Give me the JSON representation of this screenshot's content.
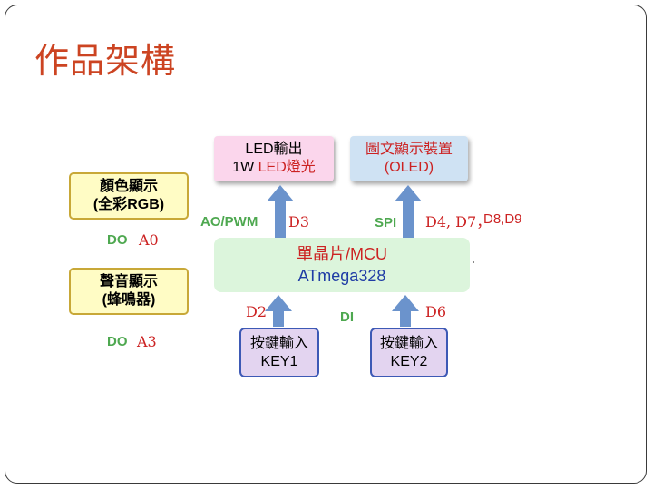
{
  "title": "作品架構",
  "colors": {
    "title": "#cc4422",
    "label": "#cc2222",
    "blue_text": "#1f3ca5",
    "arrow": "#6b93cc"
  },
  "boxes": {
    "led": {
      "line1": "LED輸出",
      "line2_a": "1W ",
      "line2_b": "LED燈光"
    },
    "oled": {
      "line1": "圖文顯示裝置",
      "line2": "(OLED)"
    },
    "color": {
      "line1": "顏色顯示",
      "line2": "(全彩RGB)"
    },
    "sound": {
      "line1": "聲音顯示",
      "line2": "(蜂鳴器)"
    },
    "mcu": {
      "line1": "單晶片/MCU",
      "line2": "ATmega328"
    },
    "key1": {
      "line1": "按鍵輸入",
      "line2": "KEY1"
    },
    "key2": {
      "line1": "按鍵輸入",
      "line2": "KEY2"
    }
  },
  "labels": {
    "ao_pwm": "AO/PWM",
    "d3": "D3",
    "spi": "SPI",
    "d4_d7": "D4, D7，",
    "d8_d9": "D8,D9",
    "do1": "DO",
    "a0": "A0",
    "do2": "DO",
    "a3": "A3",
    "d2": "D2",
    "di": "DI",
    "d6": "D6"
  }
}
